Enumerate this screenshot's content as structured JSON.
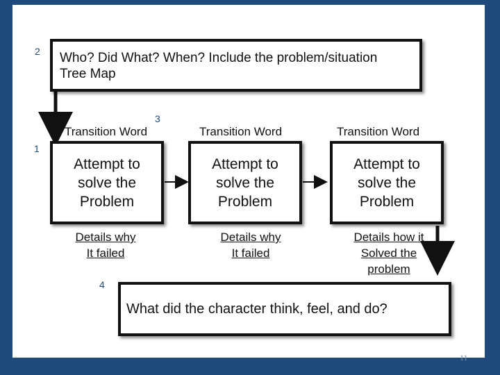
{
  "header_box": {
    "line1": "Who? Did What?  When?  Include the problem/situation",
    "line2": "Tree Map"
  },
  "step_numbers": [
    "1",
    "2",
    "3",
    "4"
  ],
  "transition_label": "Transition Word",
  "attempt_label": "Attempt to\nsolve the\nProblem",
  "details": [
    "Details why\nIt failed",
    "Details why\nIt failed",
    "Details how it\nSolved the\n problem"
  ],
  "bottom_box": {
    "text": "What did the character think, feel, and do?"
  },
  "page_number": "11"
}
